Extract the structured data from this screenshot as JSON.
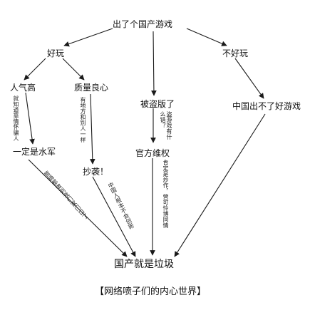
{
  "nodes": {
    "root": "出了个国产游戏",
    "good": "好玩",
    "bad": "不好玩",
    "popular": "人气高",
    "quality": "质量良心",
    "pirated": "被盗版了",
    "no_good_games": "中国出不了好游戏",
    "water_army": "一定是水军",
    "plagiarism": "抄袭！",
    "rights": "官方维权",
    "conclusion": "国产就是垃圾",
    "caption": "【网络喷子们的内心世界】"
  },
  "notes": {
    "popular_to_water": "就知道靠情怀骗人",
    "quality_to_copy": "有地方和别人一样",
    "pirated_to_rights": "盗游戏有什么错？",
    "water_to_end": "营销都做到我们家门口了",
    "copy_to_end": "中国人根本不会创新",
    "rights_to_end": "肯定是炒作，营可怜博同情"
  },
  "colors": {
    "line": "#1a1a1a",
    "text": "#111111",
    "background": "#ffffff"
  }
}
